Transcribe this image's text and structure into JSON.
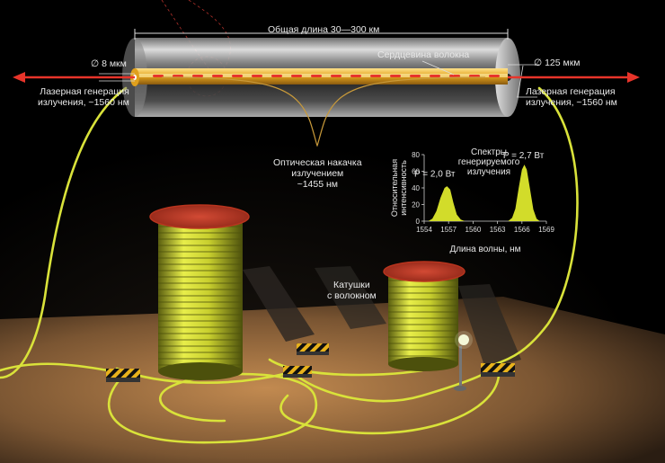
{
  "colors": {
    "background": "#000000",
    "fiber_cable": "#d9e23a",
    "laser_arrow": "#e8342a",
    "spectrum_fill": "#d2dc2a",
    "label_text": "#e8e8e8",
    "coil_top": "#c8452c",
    "floor": "#b8834a"
  },
  "labels": {
    "total_length": "Общая длина 30—300 км",
    "core_diameter": "∅ 8 мкм",
    "core_label": "Сердцевина волокна",
    "cladding_diameter": "∅ 125 мкм",
    "laser_left": [
      "Лазерная генерация",
      "излучения, ~1560 нм"
    ],
    "laser_right": [
      "Лазерная генерация",
      "излучения, ~1560 нм"
    ],
    "pump": [
      "Оптическая накачка",
      "излучением",
      "~1455 нм"
    ],
    "coils": [
      "Катушки",
      "с волокном"
    ]
  },
  "icons": [
    "arrow-left-icon",
    "arrow-right-icon",
    "lamp-icon",
    "hazard-stripe-icon"
  ],
  "chart_data": {
    "type": "area",
    "title": [
      "Спектры",
      "генерируемого",
      "излучения"
    ],
    "xlabel": "Длина волны, нм",
    "ylabel": [
      "Относительная",
      "интенсивность"
    ],
    "xlim": [
      1554,
      1569
    ],
    "ylim": [
      0,
      80
    ],
    "xticks": [
      1554,
      1557,
      1560,
      1563,
      1566,
      1569
    ],
    "yticks": [
      0,
      20,
      40,
      60,
      80
    ],
    "grid": false,
    "series": [
      {
        "name": "P = 2,0 Вт",
        "x": [
          1554.5,
          1555.0,
          1555.5,
          1556.0,
          1556.5,
          1556.8,
          1557.2,
          1557.6,
          1558.0,
          1558.5,
          1559.0
        ],
        "y": [
          0,
          3,
          12,
          28,
          40,
          42,
          38,
          22,
          8,
          2,
          0
        ]
      },
      {
        "name": "P = 2,7 Вт",
        "x": [
          1564.3,
          1564.8,
          1565.2,
          1565.6,
          1566.0,
          1566.3,
          1566.6,
          1567.0,
          1567.4,
          1567.8,
          1568.2
        ],
        "y": [
          0,
          4,
          15,
          40,
          62,
          68,
          62,
          38,
          14,
          3,
          0
        ]
      }
    ],
    "annotations": [
      {
        "text": "P = 2,0 Вт",
        "x": 1555.3,
        "y": 58
      },
      {
        "text": "P = 2,7 Вт",
        "x": 1566.2,
        "y": 80
      }
    ]
  }
}
